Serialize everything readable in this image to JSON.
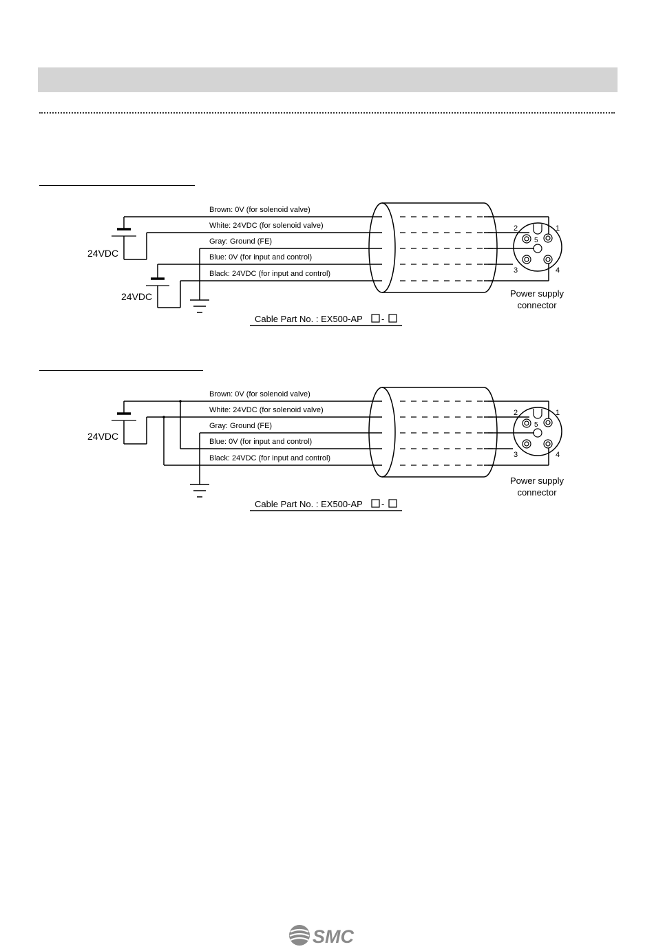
{
  "diagrams": [
    {
      "wires": [
        "Brown: 0V (for solenoid valve)",
        "White: 24VDC (for solenoid valve)",
        "Gray: Ground (FE)",
        "Blue: 0V (for input and control)",
        "Black:  24VDC (for input and control)"
      ],
      "supply_labels": [
        "24VDC",
        "24VDC"
      ],
      "pins": [
        "1",
        "2",
        "3",
        "4",
        "5"
      ],
      "connector_label": [
        "Power supply",
        "connector"
      ],
      "cable_part": "Cable Part No. : EX500-AP"
    },
    {
      "wires": [
        "Brown: 0V (for solenoid valve)",
        "White: 24VDC (for solenoid valve)",
        "Gray: Ground (FE)",
        "Blue: 0V (for input and control)",
        "Black:  24VDC (for input and control)"
      ],
      "supply_labels": [
        "24VDC"
      ],
      "pins": [
        "1",
        "2",
        "3",
        "4",
        "5"
      ],
      "connector_label": [
        "Power supply",
        "connector"
      ],
      "cable_part": "Cable Part No. : EX500-AP"
    }
  ],
  "footer": {
    "logo_text": "SMC"
  }
}
